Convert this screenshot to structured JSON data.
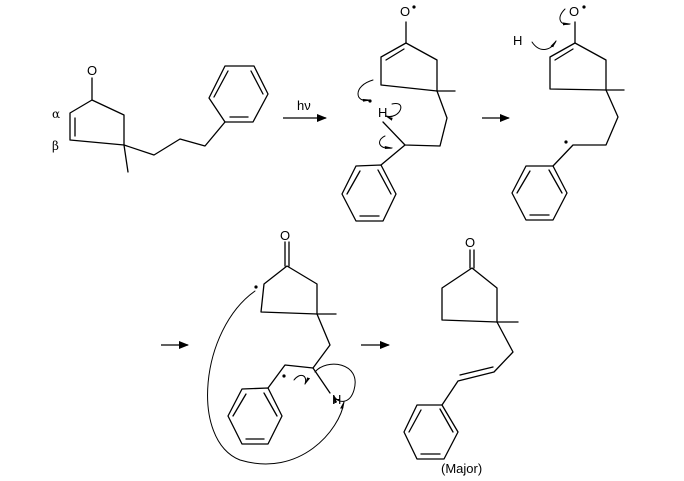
{
  "labels": {
    "carbonyl_oxygen": "O",
    "oxy_radical": "O",
    "radical_dot": "•",
    "hydrogen": "H",
    "alpha": "α",
    "beta": "β",
    "light": "hν",
    "major": "(Major)"
  },
  "steps": [
    {
      "name": "starting-enone",
      "description_visible": ""
    },
    {
      "name": "excited-state-diradical",
      "description_visible": ""
    },
    {
      "name": "1-5-diradical",
      "description_visible": ""
    },
    {
      "name": "cyclization-intermediate",
      "description_visible": ""
    },
    {
      "name": "styrene-product",
      "description_visible": ""
    }
  ],
  "colors": {
    "ink": "#000000",
    "background": "#ffffff"
  }
}
